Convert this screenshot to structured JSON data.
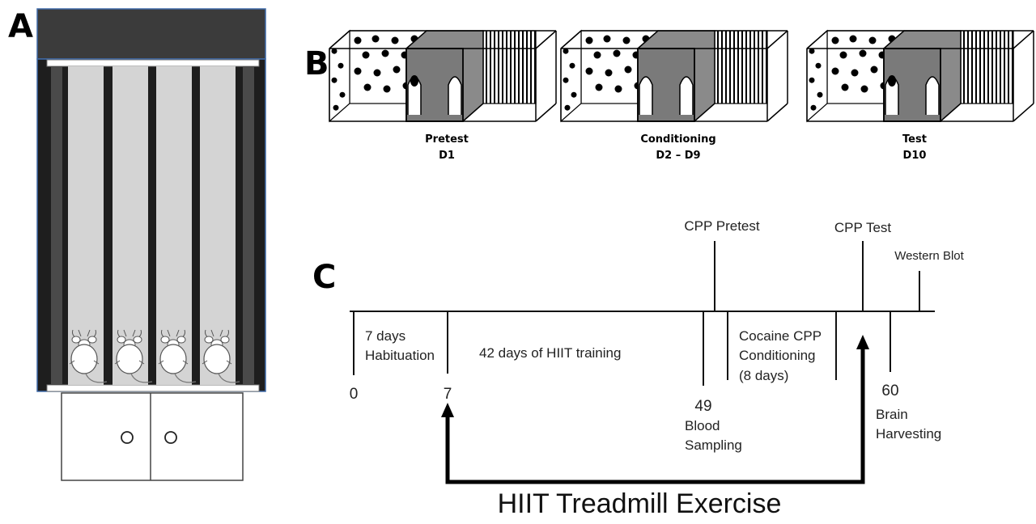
{
  "panels": {
    "a": "A",
    "b": "B",
    "c": "C"
  },
  "stages": [
    {
      "name": "Pretest",
      "day": "D1",
      "mouse_side": "left"
    },
    {
      "name": "Conditioning",
      "day": "D2 – D9",
      "mouse_side": "none"
    },
    {
      "name": "Test",
      "day": "D10",
      "mouse_side": "left"
    }
  ],
  "timeline": {
    "ticks": [
      "0",
      "7",
      "49",
      "60"
    ],
    "periods": {
      "habituation": [
        "7 days",
        "Habituation"
      ],
      "hiit": "42 days of HIIT training",
      "conditioning": [
        "Cocaine CPP",
        "Conditioning",
        "(8 days)"
      ]
    },
    "events": {
      "cpp_pretest": "CPP Pretest",
      "cpp_test": "CPP Test",
      "western_blot": "Western Blot",
      "blood_sampling": [
        "Blood",
        "Sampling"
      ],
      "brain_harvesting": [
        "Brain",
        "Harvesting"
      ]
    },
    "exercise_label": "HIIT Treadmill Exercise"
  },
  "colors": {
    "dark_gray": "#3b3b3b",
    "lane_gray": "#d4d4d4",
    "box_gray": "#8a8a8a",
    "frame_blue": "#3e6aa8"
  }
}
